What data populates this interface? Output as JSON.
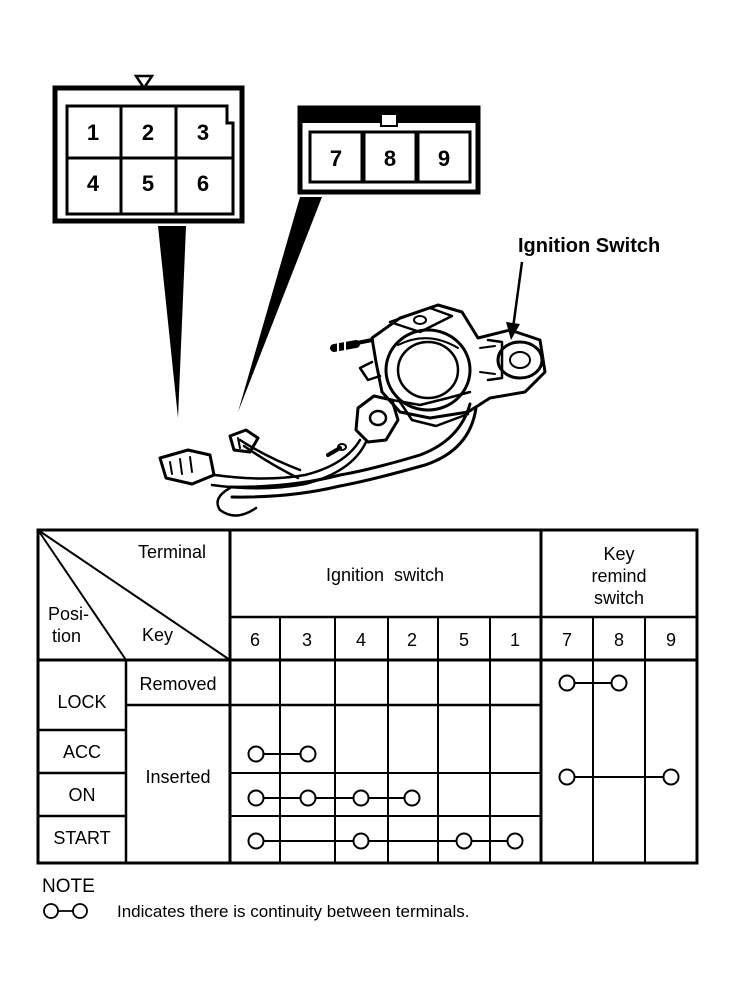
{
  "connector_a": {
    "pins": [
      "1",
      "2",
      "3",
      "4",
      "5",
      "6"
    ]
  },
  "connector_b": {
    "pins": [
      "7",
      "8",
      "9"
    ]
  },
  "callout": {
    "ignition_switch": "Ignition Switch"
  },
  "table": {
    "header": {
      "terminal": "Terminal",
      "position_line1": "Posi-",
      "position_line2": "tion",
      "key": "Key",
      "ignition_group": "Ignition  switch",
      "key_remind_line1": "Key",
      "key_remind_line2": "remind",
      "key_remind_line3": "switch"
    },
    "ignition_terminals": [
      "6",
      "3",
      "4",
      "2",
      "5",
      "1"
    ],
    "key_remind_terminals": [
      "7",
      "8",
      "9"
    ],
    "positions": [
      "LOCK",
      "ACC",
      "ON",
      "START"
    ],
    "key_states": {
      "removed": "Removed",
      "inserted": "Inserted"
    },
    "continuity": {
      "lock_removed": [
        "7",
        "8"
      ],
      "inserted_key_remind": [
        "7",
        "9"
      ],
      "acc": [
        "6",
        "3"
      ],
      "on": [
        "6",
        "3",
        "4",
        "2"
      ],
      "start": [
        "6",
        "4",
        "5",
        "1"
      ]
    }
  },
  "note": {
    "title": "NOTE",
    "text": "Indicates there is continuity between terminals."
  }
}
